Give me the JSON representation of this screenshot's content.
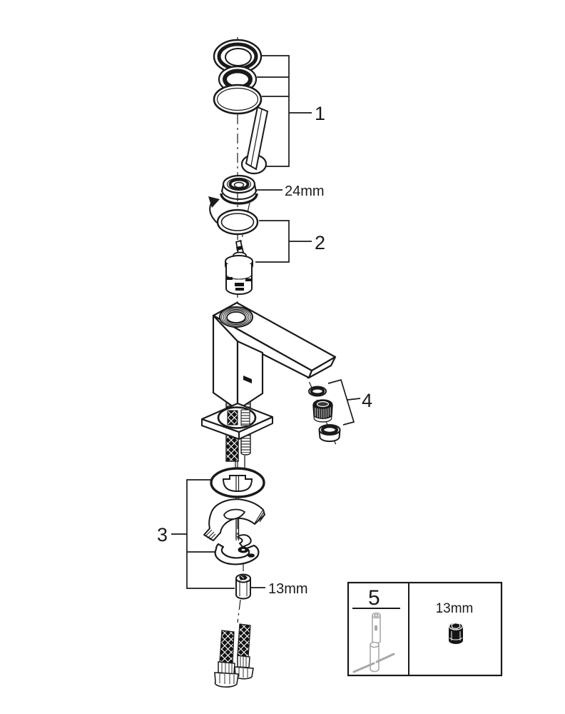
{
  "colors": {
    "line": "#1a1a1a",
    "background": "#ffffff",
    "dark_fill": "#151515",
    "tool_gray": "#a8a8a8"
  },
  "callouts": {
    "group1": {
      "label": "1"
    },
    "group2": {
      "label": "2"
    },
    "group3": {
      "label": "3"
    },
    "group4": {
      "label": "4"
    }
  },
  "dimension_labels": {
    "cartridge_nut": "24mm",
    "mounting_nut": "13mm"
  },
  "legend": {
    "tool_number": "5",
    "nut_size": "13mm"
  },
  "parts": {
    "group1": [
      "cap-ring",
      "o-ring-thick",
      "o-ring-thin",
      "lever-handle"
    ],
    "cartridge_nut": "retaining-ring-nut",
    "group2": [
      "o-ring",
      "cartridge"
    ],
    "body": "faucet-body",
    "group4": [
      "seal-washer",
      "aerator-insert",
      "aerator-housing"
    ],
    "mounting": [
      "escutcheon-plate",
      "braided-hose",
      "threaded-stud"
    ],
    "group3": [
      "oval-gasket",
      "stabilizer-wedge",
      "horseshoe-clamp"
    ],
    "mounting_nut": "hex-socket-nut",
    "hoses": "flexible-supply-hoses",
    "legend_tool": "socket-wrench-tool"
  }
}
